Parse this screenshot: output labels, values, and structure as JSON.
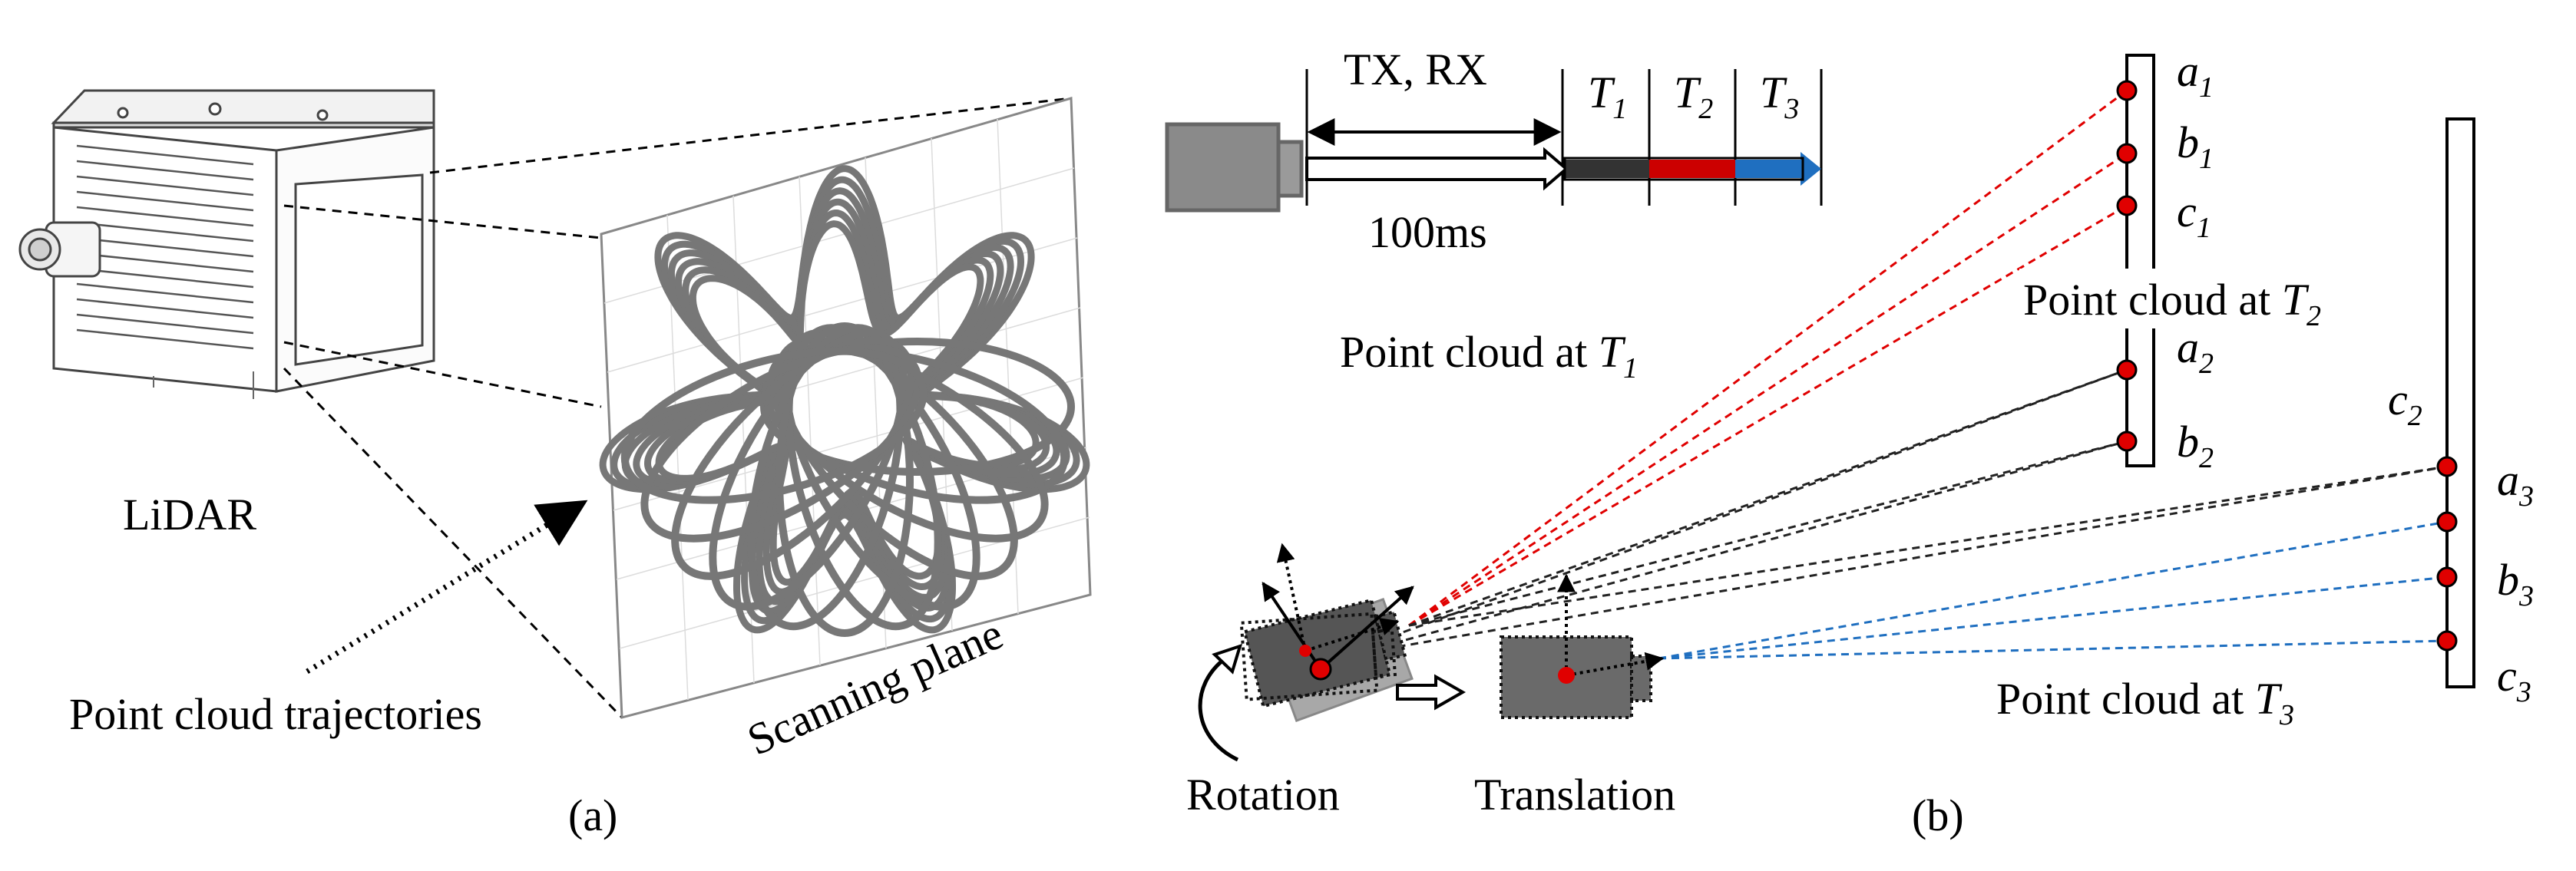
{
  "panel_a": {
    "device_label": "LiDAR",
    "trajectory_label": "Point cloud trajectories",
    "plane_label": "Scanning plane",
    "caption": "(a)"
  },
  "panel_b": {
    "txrx_label": "TX, RX",
    "duration_label": "100ms",
    "time_marks": [
      {
        "sym": "T",
        "sub": "1"
      },
      {
        "sym": "T",
        "sub": "2"
      },
      {
        "sym": "T",
        "sub": "3"
      }
    ],
    "pc_t1": {
      "text": "Point cloud at ",
      "sym": "T",
      "sub": "1"
    },
    "pc_t2": {
      "text": "Point cloud at ",
      "sym": "T",
      "sub": "2"
    },
    "pc_t3": {
      "text": "Point cloud at ",
      "sym": "T",
      "sub": "3"
    },
    "pts_left": [
      {
        "sym": "a",
        "sub": "1"
      },
      {
        "sym": "b",
        "sub": "1"
      },
      {
        "sym": "c",
        "sub": "1"
      },
      {
        "sym": "a",
        "sub": "2"
      },
      {
        "sym": "b",
        "sub": "2"
      }
    ],
    "pt_c2": {
      "sym": "c",
      "sub": "2"
    },
    "pts_right": [
      {
        "sym": "a",
        "sub": "3"
      },
      {
        "sym": "b",
        "sub": "3"
      },
      {
        "sym": "c",
        "sub": "3"
      }
    ],
    "rotation_label": "Rotation",
    "translation_label": "Translation",
    "caption": "(b)"
  },
  "colors": {
    "red": "#e00000",
    "blue": "#1f6fc0",
    "dark": "#3a3a3a",
    "gray": "#7a7a7a",
    "curve": "#777777"
  },
  "icons": [
    "lidar-device-icon",
    "lidar-sensor-icon",
    "rotation-arrow-icon"
  ]
}
